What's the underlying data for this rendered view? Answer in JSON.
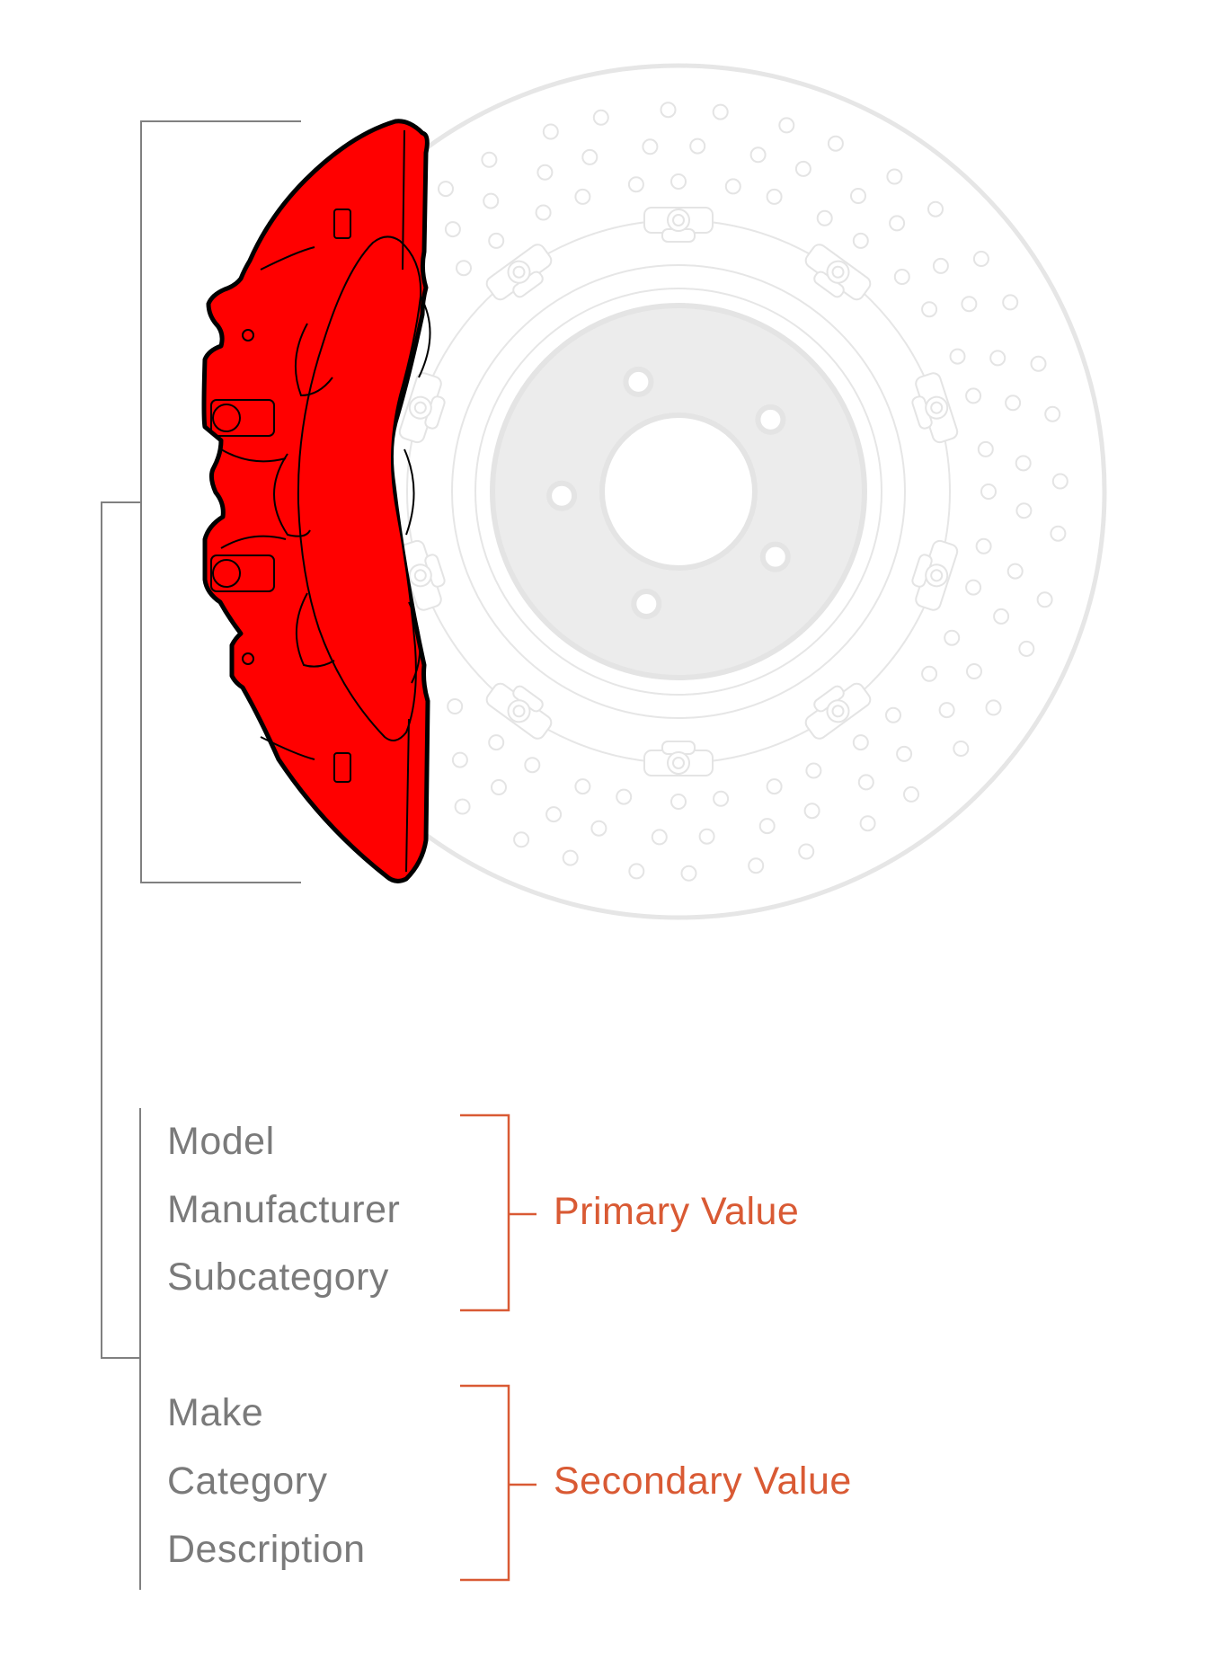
{
  "diagram": {
    "subject": "brake caliper over drilled brake rotor",
    "caliper_color": "#ff0000",
    "caliper_outline_color": "#000000",
    "rotor_color": "#e6e6e6",
    "hub_fill_color": "#ececec",
    "connector_color": "#808080",
    "accent_color": "#d95a34",
    "label_color": "#7a7a7a"
  },
  "groups": [
    {
      "labels": [
        "Model",
        "Manufacturer",
        "Subcategory"
      ],
      "value": "Primary Value"
    },
    {
      "labels": [
        "Make",
        "Category",
        "Description"
      ],
      "value": "Secondary Value"
    }
  ]
}
